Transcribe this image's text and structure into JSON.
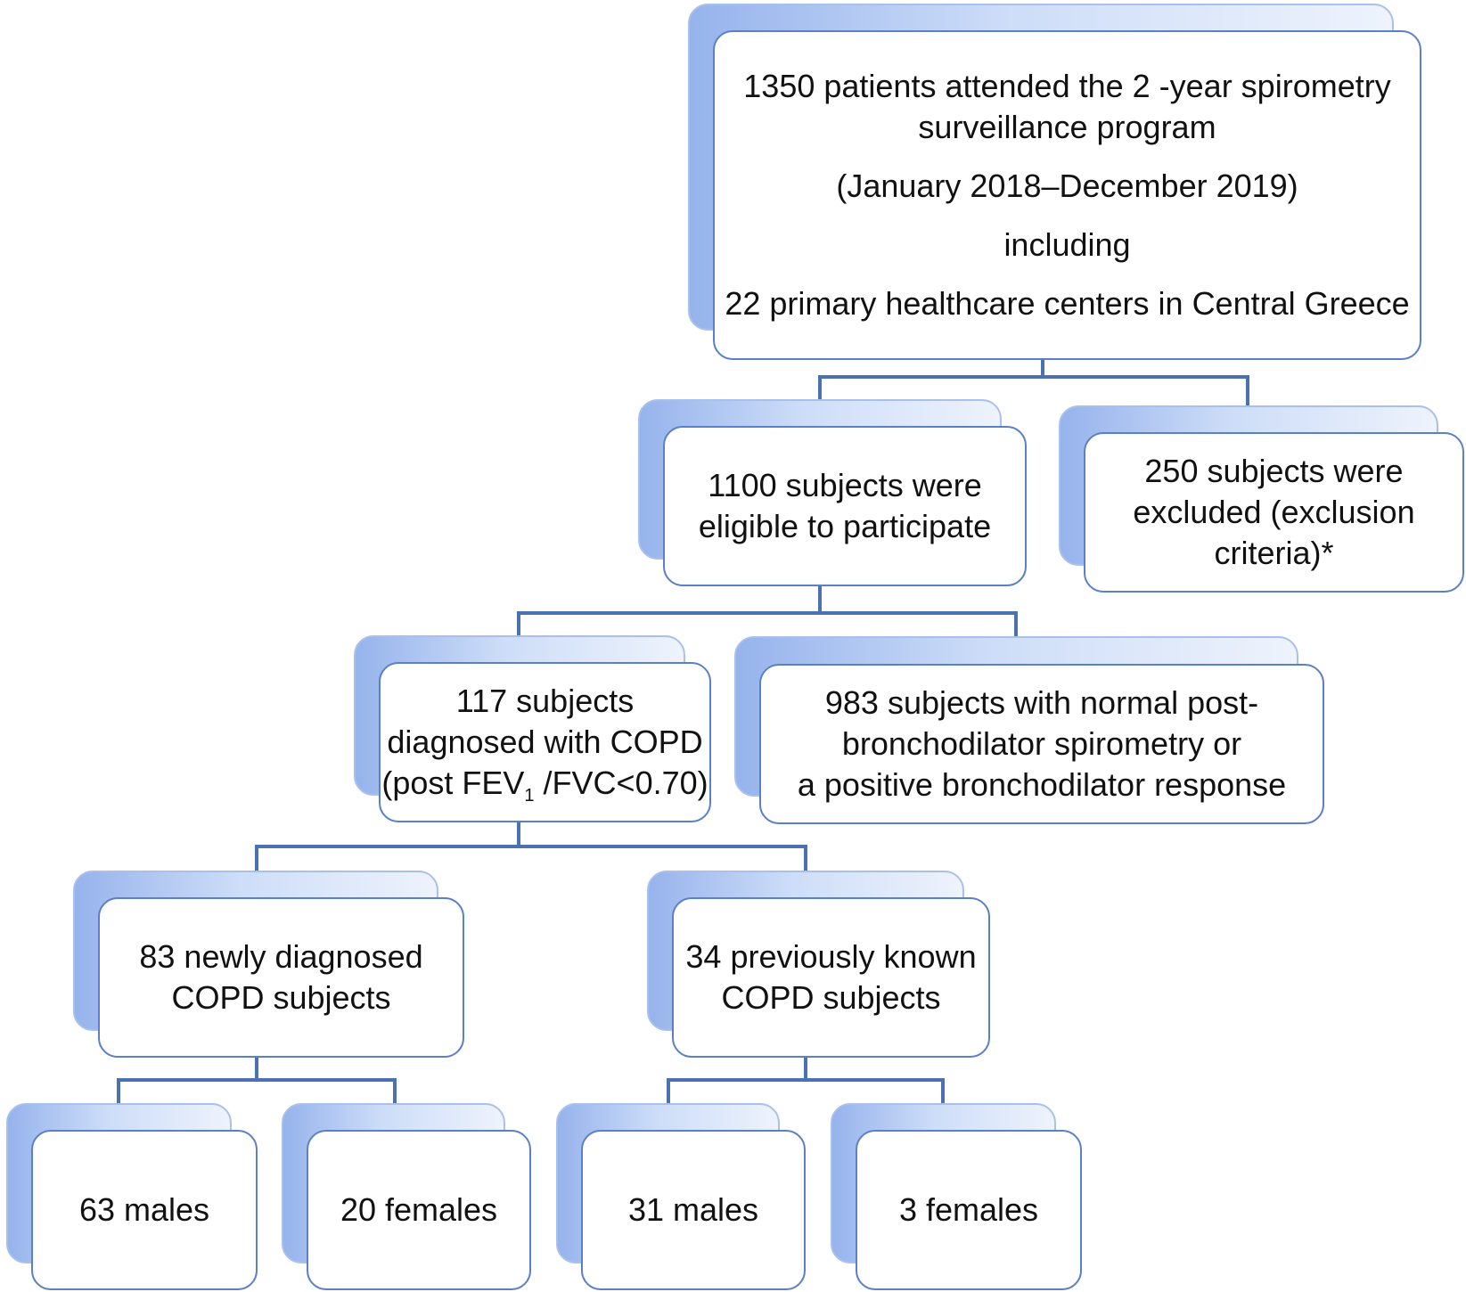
{
  "root": {
    "lines": [
      "1350 patients attended the 2 -year spirometry",
      "surveillance program",
      "(January 2018–December 2019)",
      "including",
      "22 primary healthcare centers in Central Greece"
    ]
  },
  "eligible": {
    "lines": [
      "1100 subjects were",
      "eligible to participate"
    ]
  },
  "excluded": {
    "lines": [
      "250 subjects were",
      "excluded (exclusion",
      "criteria)*"
    ]
  },
  "copd": {
    "line1": "117 subjects",
    "line2": "diagnosed with COPD",
    "line3_pre": "(post FEV",
    "line3_sub": "1",
    "line3_post": " /FVC<0.70)"
  },
  "normal": {
    "lines": [
      "983 subjects with normal post-",
      "bronchodilator spirometry or",
      "a positive bronchodilator response"
    ]
  },
  "newly": {
    "lines": [
      "83 newly diagnosed",
      "COPD subjects"
    ]
  },
  "known": {
    "lines": [
      "34 previously known",
      "COPD subjects"
    ]
  },
  "newly_males": {
    "label": "63 males"
  },
  "newly_females": {
    "label": "20 females"
  },
  "known_males": {
    "label": "31 males"
  },
  "known_females": {
    "label": "3 females"
  }
}
